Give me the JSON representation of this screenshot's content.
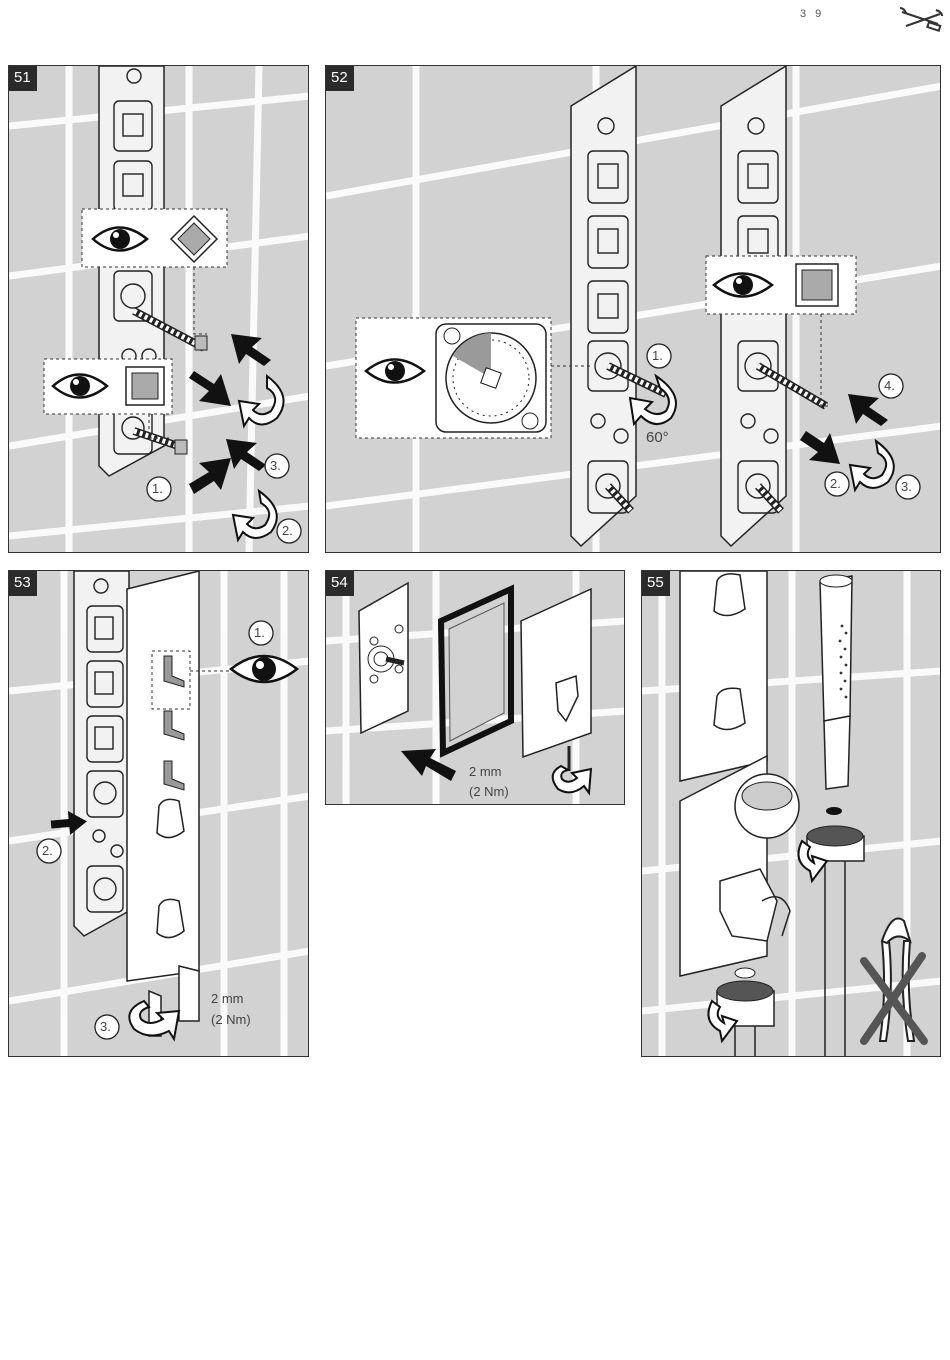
{
  "page": {
    "number": "3 9",
    "icon": "wrench-icon"
  },
  "steps": [
    {
      "number": "51",
      "callouts": [
        "1.",
        "2.",
        "3."
      ]
    },
    {
      "number": "52",
      "callouts": [
        "1.",
        "2.",
        "3.",
        "4."
      ],
      "angle": "60°"
    },
    {
      "number": "53",
      "callouts": [
        "1.",
        "2.",
        "3."
      ],
      "hex_size": "2 mm",
      "torque": "(2 Nm)"
    },
    {
      "number": "54",
      "hex_size": "2 mm",
      "torque": "(2 Nm)"
    },
    {
      "number": "55"
    }
  ],
  "colors": {
    "panel_bg": "#d2d2d2",
    "badge_bg": "#2b2b2b",
    "line": "#222222"
  }
}
